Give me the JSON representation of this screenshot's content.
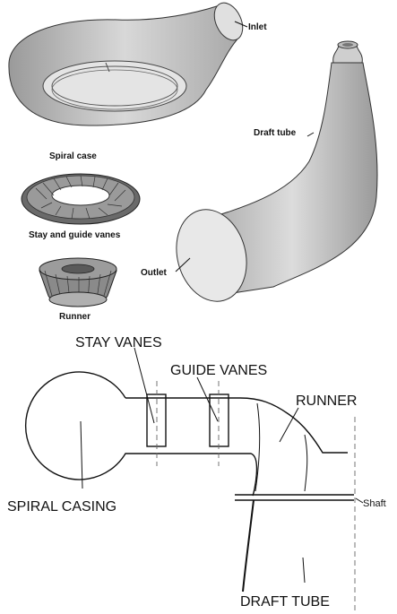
{
  "labels": {
    "inlet": "Inlet",
    "spiral_case": "Spiral case",
    "draft_tube": "Draft tube",
    "stay_guide_vanes": "Stay and guide vanes",
    "outlet": "Outlet",
    "runner": "Runner",
    "stay_vanes": "STAY VANES",
    "guide_vanes": "GUIDE VANES",
    "runner_section": "RUNNER",
    "spiral_casing": "SPIRAL CASING",
    "shaft": "Shaft",
    "draft_tube_section": "DRAFT TUBE"
  },
  "colors": {
    "surface": "#c8c8c8",
    "surface_dark": "#8a8a8a",
    "vanes": "#5a5a5a",
    "line": "#111111"
  }
}
